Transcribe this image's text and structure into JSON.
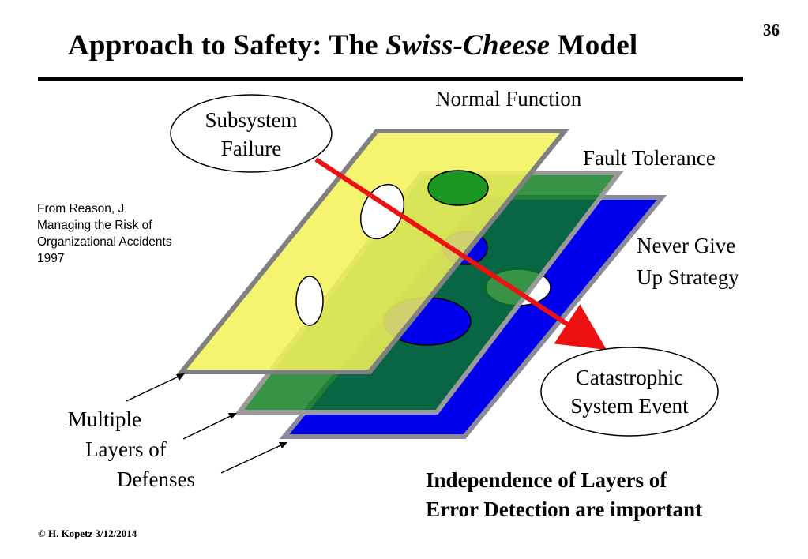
{
  "slide": {
    "title_part1": "Approach to Safety: The ",
    "title_emphasis": "Swiss-Cheese",
    "title_part2": " Model",
    "page_number": "36"
  },
  "layers": [
    {
      "label": "Normal Function",
      "color": "#f2f25a"
    },
    {
      "label": "Fault Tolerance",
      "color": "#0b7d1e"
    },
    {
      "label_lines": [
        "Never Give",
        "Up Strategy"
      ],
      "color": "#0000ee"
    }
  ],
  "callouts": {
    "subsystem_failure": [
      "Subsystem",
      "Failure"
    ],
    "catastrophic_event": [
      "Catastrophic",
      "System Event"
    ],
    "multiple_layers": [
      "Multiple",
      "Layers of",
      "Defenses"
    ]
  },
  "reference": [
    "From Reason, J",
    "Managing the Risk of",
    "Organizational Accidents",
    "1997"
  ],
  "note": [
    "Independence of Layers of",
    "Error Detection are important"
  ],
  "footer": "© H. Kopetz  3/12/2014",
  "colors": {
    "arrow": "#ee1111",
    "hole": "#ffffff"
  }
}
